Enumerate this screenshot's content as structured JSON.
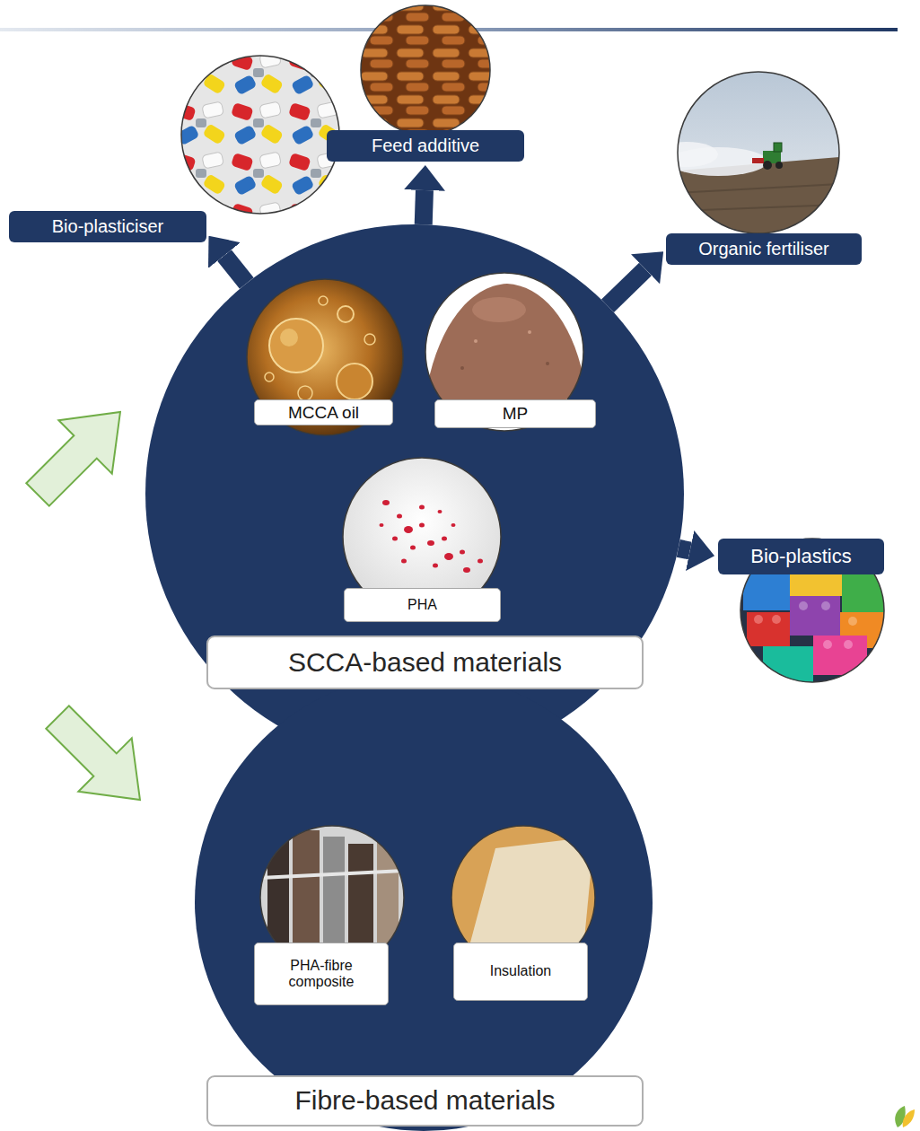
{
  "diagram": {
    "nodes": [
      {
        "text": [
          "Bio-plasticiser"
        ]
      },
      {
        "text": [
          "Feed additive"
        ]
      },
      {
        "text": [
          "Organic fertiliser"
        ]
      },
      {
        "text": [
          "SCCA-based materials"
        ]
      },
      {
        "text": [
          "MCCA oil"
        ],
        "in": 3
      },
      {
        "text": [
          "MP"
        ],
        "in": 3
      },
      {
        "text": [
          "PHA"
        ],
        "in": 3
      },
      {
        "text": [
          "Bio-plastics"
        ]
      },
      {
        "text": [
          "Fibre-based materials"
        ]
      },
      {
        "text": [
          "PHA-fibre composite"
        ],
        "in": 8
      },
      {
        "text": [
          "Insulation"
        ],
        "in": 8
      }
    ],
    "edges": [
      {
        "from": 3,
        "to": 0,
        "arrow": "to"
      },
      {
        "from": 3,
        "to": 1,
        "arrow": "to"
      },
      {
        "from": 3,
        "to": 2,
        "arrow": "to"
      },
      {
        "from": 3,
        "to": 7,
        "arrow": "to"
      }
    ]
  }
}
